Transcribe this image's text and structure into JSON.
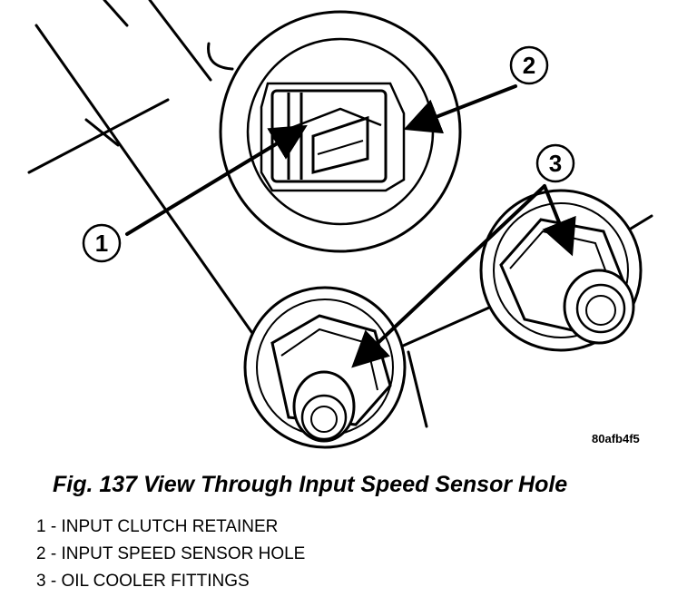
{
  "figure": {
    "image_id": "80afb4f5",
    "callouts": [
      "1",
      "2",
      "3"
    ]
  },
  "caption": "Fig. 137 View Through Input Speed Sensor Hole",
  "legend": [
    "1 - INPUT CLUTCH RETAINER",
    "2 - INPUT SPEED SENSOR HOLE",
    "3 - OIL COOLER FITTINGS"
  ]
}
